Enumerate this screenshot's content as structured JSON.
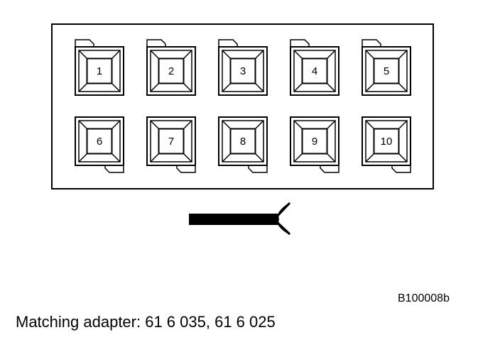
{
  "connector": {
    "pins_top": [
      "1",
      "2",
      "3",
      "4",
      "5"
    ],
    "pins_bottom": [
      "6",
      "7",
      "8",
      "9",
      "10"
    ]
  },
  "figure": {
    "reference_code": "B100008b",
    "caption": "Matching adapter: 61 6 035, 61 6 025"
  },
  "colors": {
    "ink": "#000000",
    "background": "#ffffff"
  }
}
